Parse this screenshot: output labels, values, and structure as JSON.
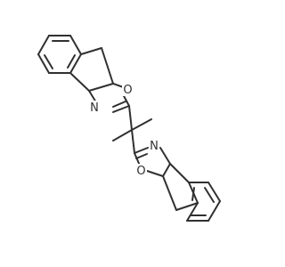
{
  "molecule": {
    "atom_labels": {
      "n_upper": "N",
      "o_upper": "O",
      "n_lower": "N",
      "o_lower": "O"
    }
  },
  "colors": {
    "bond": "#303030",
    "background": "#ffffff"
  }
}
